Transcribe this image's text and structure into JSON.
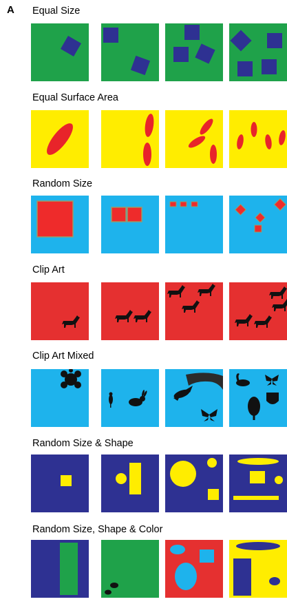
{
  "panel": {
    "label": "A"
  },
  "colors": {
    "green": "#1fa24a",
    "yellow": "#ffed00",
    "cyan": "#1eb3ec",
    "red": "#e53030",
    "navy": "#2e3192",
    "ellipse_red": "#e8242a",
    "square_red": "#ee2b2b",
    "square_border": "#9a9a6a",
    "black": "#111111"
  },
  "rows": [
    {
      "title": "Equal Size",
      "tiles": [
        {
          "bg": "green",
          "icons": [
            "navy-square-icon"
          ]
        },
        {
          "bg": "green",
          "icons": [
            "navy-square-icon",
            "navy-square-icon"
          ]
        },
        {
          "bg": "green",
          "icons": [
            "navy-square-icon",
            "navy-square-icon",
            "navy-square-icon"
          ]
        },
        {
          "bg": "green",
          "icons": [
            "navy-square-icon",
            "navy-square-icon",
            "navy-square-icon",
            "navy-square-icon"
          ]
        }
      ]
    },
    {
      "title": "Equal Surface Area",
      "tiles": [
        {
          "bg": "yellow",
          "icons": [
            "red-ellipse-icon"
          ]
        },
        {
          "bg": "yellow",
          "icons": [
            "red-ellipse-icon",
            "red-ellipse-icon"
          ]
        },
        {
          "bg": "yellow",
          "icons": [
            "red-ellipse-icon",
            "red-ellipse-icon",
            "red-ellipse-icon"
          ]
        },
        {
          "bg": "yellow",
          "icons": [
            "red-ellipse-icon",
            "red-ellipse-icon",
            "red-ellipse-icon",
            "red-ellipse-icon"
          ]
        }
      ]
    },
    {
      "title": "Random Size",
      "tiles": [
        {
          "bg": "cyan",
          "icons": [
            "red-square-icon"
          ]
        },
        {
          "bg": "cyan",
          "icons": [
            "red-square-icon",
            "red-square-icon"
          ]
        },
        {
          "bg": "cyan",
          "icons": [
            "red-square-icon",
            "red-square-icon",
            "red-square-icon"
          ]
        },
        {
          "bg": "cyan",
          "icons": [
            "red-square-icon",
            "red-square-icon",
            "red-square-icon",
            "red-square-icon"
          ]
        }
      ]
    },
    {
      "title": "Clip Art",
      "tiles": [
        {
          "bg": "red",
          "icons": [
            "horse-icon"
          ]
        },
        {
          "bg": "red",
          "icons": [
            "horse-icon",
            "horse-icon"
          ]
        },
        {
          "bg": "red",
          "icons": [
            "horse-icon",
            "horse-icon",
            "horse-icon"
          ]
        },
        {
          "bg": "red",
          "icons": [
            "horse-icon",
            "horse-icon",
            "horse-icon",
            "horse-icon"
          ]
        }
      ]
    },
    {
      "title": "Clip Art Mixed",
      "tiles": [
        {
          "bg": "cyan",
          "icons": [
            "turtle-icon"
          ]
        },
        {
          "bg": "cyan",
          "icons": [
            "mouse-icon",
            "rabbit-icon"
          ]
        },
        {
          "bg": "cyan",
          "icons": [
            "arch-icon",
            "frog-icon",
            "butterfly-icon"
          ]
        },
        {
          "bg": "cyan",
          "icons": [
            "swan-icon",
            "butterfly-icon",
            "shield-icon",
            "tree-icon"
          ]
        }
      ]
    },
    {
      "title": "Random Size & Shape",
      "tiles": [
        {
          "bg": "navy",
          "icons": [
            "yellow-square-icon"
          ]
        },
        {
          "bg": "navy",
          "icons": [
            "yellow-circle-icon",
            "yellow-rectangle-icon"
          ]
        },
        {
          "bg": "navy",
          "icons": [
            "yellow-circle-icon",
            "yellow-circle-icon",
            "yellow-square-icon"
          ]
        },
        {
          "bg": "navy",
          "icons": [
            "yellow-ellipse-icon",
            "yellow-square-icon",
            "yellow-circle-icon",
            "yellow-bar-icon"
          ]
        }
      ]
    },
    {
      "title": "Random Size, Shape & Color",
      "tiles": [
        {
          "bg": "navy",
          "icons": [
            "green-rectangle-icon"
          ]
        },
        {
          "bg": "green",
          "icons": [
            "black-ellipse-icon",
            "black-ellipse-icon"
          ]
        },
        {
          "bg": "red",
          "icons": [
            "cyan-ellipse-icon",
            "cyan-square-icon",
            "cyan-ellipse-icon"
          ]
        },
        {
          "bg": "yellow",
          "icons": [
            "navy-ellipse-icon",
            "navy-rectangle-icon",
            "navy-ellipse-icon"
          ]
        }
      ]
    }
  ]
}
